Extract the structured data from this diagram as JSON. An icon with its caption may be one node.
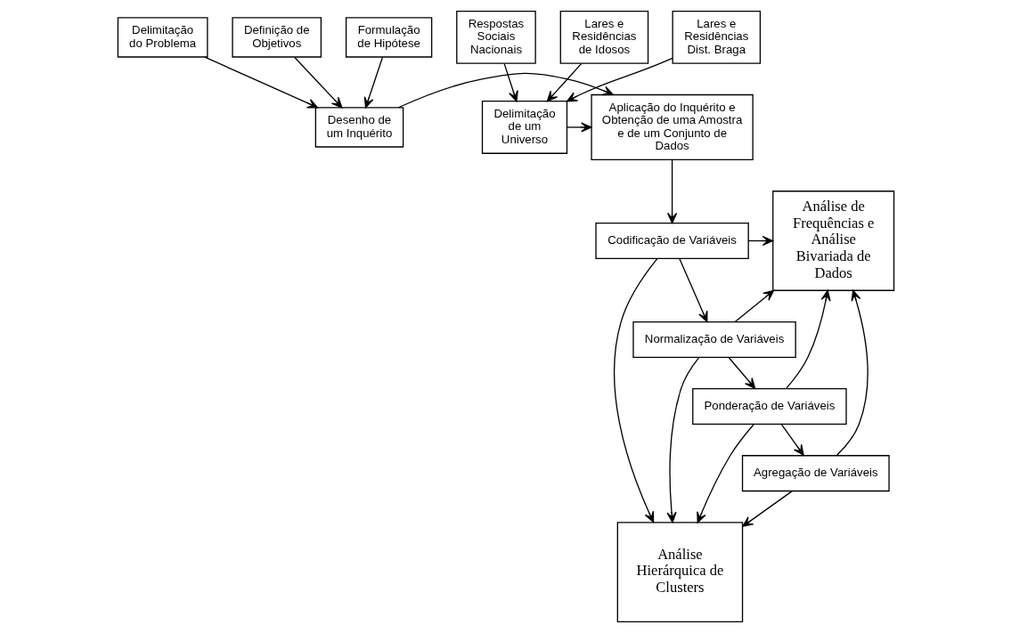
{
  "diagram": {
    "nodes": [
      {
        "text": [
          "Delimitação do Problema"
        ]
      },
      {
        "text": [
          "Definição de Objetivos"
        ]
      },
      {
        "text": [
          "Formulação de Hipótese"
        ]
      },
      {
        "text": [
          "Respostas Sociais Nacionais"
        ]
      },
      {
        "text": [
          "Lares e Residências de Idosos"
        ]
      },
      {
        "text": [
          "Lares e Residências Dist. Braga"
        ]
      },
      {
        "text": [
          "Desenho de um Inquérito"
        ]
      },
      {
        "text": [
          "Aplicação do Inquérito e Obtenção de uma Amostra e de um Conjunto de Dados"
        ]
      },
      {
        "text": [
          "Delimitação de um Universo"
        ]
      },
      {
        "text": [
          "Codificação de Variáveis"
        ]
      },
      {
        "text": [
          "Normalização de Variáveis"
        ]
      },
      {
        "text": [
          "Ponderação de Variáveis"
        ]
      },
      {
        "text": [
          "Agregação de Variáveis"
        ]
      },
      {
        "text": [
          "Análise de Frequências e Análise Bivariada de Dados"
        ]
      },
      {
        "text": [
          "Análise Hierárquica de Clusters"
        ]
      }
    ],
    "edges": [
      {
        "from": 0,
        "to": 6,
        "arrow": "to"
      },
      {
        "from": 1,
        "to": 6,
        "arrow": "to"
      },
      {
        "from": 2,
        "to": 6,
        "arrow": "to"
      },
      {
        "from": 3,
        "to": 8,
        "arrow": "to"
      },
      {
        "from": 4,
        "to": 8,
        "arrow": "to"
      },
      {
        "from": 5,
        "to": 8,
        "arrow": "to"
      },
      {
        "from": 6,
        "to": 7,
        "arrow": "to"
      },
      {
        "from": 8,
        "to": 7,
        "arrow": "to"
      },
      {
        "from": 7,
        "to": 9,
        "arrow": "to"
      },
      {
        "from": 9,
        "to": 10,
        "arrow": "to"
      },
      {
        "from": 10,
        "to": 11,
        "arrow": "to"
      },
      {
        "from": 11,
        "to": 12,
        "arrow": "to"
      },
      {
        "from": 9,
        "to": 13,
        "arrow": "to"
      },
      {
        "from": 10,
        "to": 13,
        "arrow": "to"
      },
      {
        "from": 11,
        "to": 13,
        "arrow": "to"
      },
      {
        "from": 12,
        "to": 13,
        "arrow": "to"
      },
      {
        "from": 9,
        "to": 14,
        "arrow": "to"
      },
      {
        "from": 10,
        "to": 14,
        "arrow": "to"
      },
      {
        "from": 11,
        "to": 14,
        "arrow": "to"
      },
      {
        "from": 12,
        "to": 14,
        "arrow": "to"
      }
    ]
  }
}
